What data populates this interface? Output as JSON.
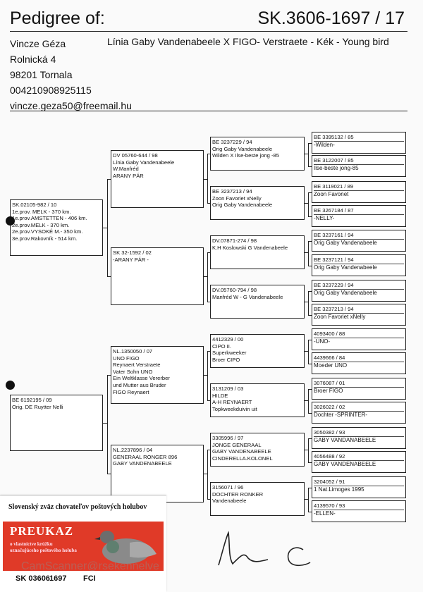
{
  "header": {
    "title": "Pedigree of:",
    "ring": "SK.3606-1697 / 17",
    "lineage": "Línia Gaby Vandenabeele X  FIGO- Verstraete - Kék - Young bird"
  },
  "owner": {
    "name": "Vincze Géza",
    "street": "Rolnická 4",
    "city": "98201 Tornala",
    "phone": "004210908925115",
    "email": "vincze.geza50@freemail.hu"
  },
  "pedigree": {
    "g1": [
      [
        "SK.02105-982 / 10",
        "1e.prov. MELK  - 370 km.",
        "1e.prov.AMSTETTEN - 406 km.",
        "2e.prov.MELK - 370 km.",
        "2e.prov.VYSOKÉ M.- 350 km.",
        "3e.prov.Rakovník - 514 km."
      ],
      [
        "BE 6192195 / 09",
        "Orig. DE Ruytter Nelli"
      ]
    ],
    "g2": [
      [
        "DV 05760-644 / 98",
        "Línia Gaby Vandenabeele",
        "W.Manfréd",
        "ARANY PÁR"
      ],
      [
        "SK 32-1592 / 02",
        "-ARANY PÁR -"
      ],
      [
        "NL.1350050 / 07",
        "UNO FIGO",
        "Reynaert Verstraete",
        "Vater Sohn UNO",
        "Ein Weltklasse Vererber",
        "und Mutter aus Bruder",
        "FIGO Reynaert"
      ],
      [
        "NL.2237896 / 04",
        "GENERAAL RONGER 896",
        "GABY VANDENABEELE"
      ]
    ],
    "g3": [
      [
        "BE 3237229 / 94",
        "Orig  Gaby Vandenabeele",
        "Wilden X Ilse-beste jong -85"
      ],
      [
        "BE 3237213 / 94",
        "Zoon Favoriet xNelly",
        "Orig Gaby Vandenabeele"
      ],
      [
        "DV.07871-274 / 98",
        "K.H Koslowski G Vandenabeele"
      ],
      [
        "DV.05760-794 / 98",
        "Manfréd W - G Vandenabeele"
      ],
      [
        "4412329 / 00",
        "CIPO II.",
        "Superkweeker",
        "Broer CIPO"
      ],
      [
        "3131209 / 03",
        "HILDE",
        "A-H REYNAERT",
        "Topkweekduivin uit"
      ],
      [
        "3305996 / 97",
        "JONGE GENERAAL",
        "GABY VANDENABEELE",
        "CINDERELLA.KOLONEL"
      ],
      [
        "3156071 / 96",
        "DOCHTER RONKER",
        "Vandenabeele"
      ]
    ],
    "g4": [
      [
        "BE 3395132 / 85",
        "-Wilden-"
      ],
      [
        "BE 3122007 / 85",
        "Ilse-beste jong-85"
      ],
      [
        "BE 3119021 / 89",
        "Zoon Favonet"
      ],
      [
        "BE 3267184 / 87",
        "-NELLY-"
      ],
      [
        "BE 3237161 / 94",
        "Orig Gaby Vandenabeele"
      ],
      [
        "BE 3237121 / 94",
        "Orig Gaby Vandenabeele"
      ],
      [
        "BE 3237229 / 94",
        "Orig  Gaby Vandenabeele"
      ],
      [
        "BE 3237213 / 94",
        "Zoon Favoriet xNelly"
      ],
      [
        "4093400 / 88",
        "-UNO-"
      ],
      [
        "4439666 / 84",
        "Moeder UNO"
      ],
      [
        "3076087 / 01",
        "Broer FIGO"
      ],
      [
        "3026022 / 02",
        "Dochter -SPRINTER-"
      ],
      [
        "3050382 / 93",
        "GABY VANDANABEELE"
      ],
      [
        "4056488 / 92",
        "GABY VANDENABEELE"
      ],
      [
        "3204052 / 91",
        "1 Nat.Limoges 1995"
      ],
      [
        "4139570 / 93",
        "-ELLEN-"
      ]
    ]
  },
  "card": {
    "org": "Slovenský zväz chovateľov poštových holubov",
    "title": "PREUKAZ",
    "subtitle": "o vlastníctve krúžku označujúceho poštového holuba",
    "ring_prefix": "SK 03606",
    "ring_suffix": "1697",
    "fci": "FCI"
  },
  "watermark": "CamScanner@rsekennelve"
}
